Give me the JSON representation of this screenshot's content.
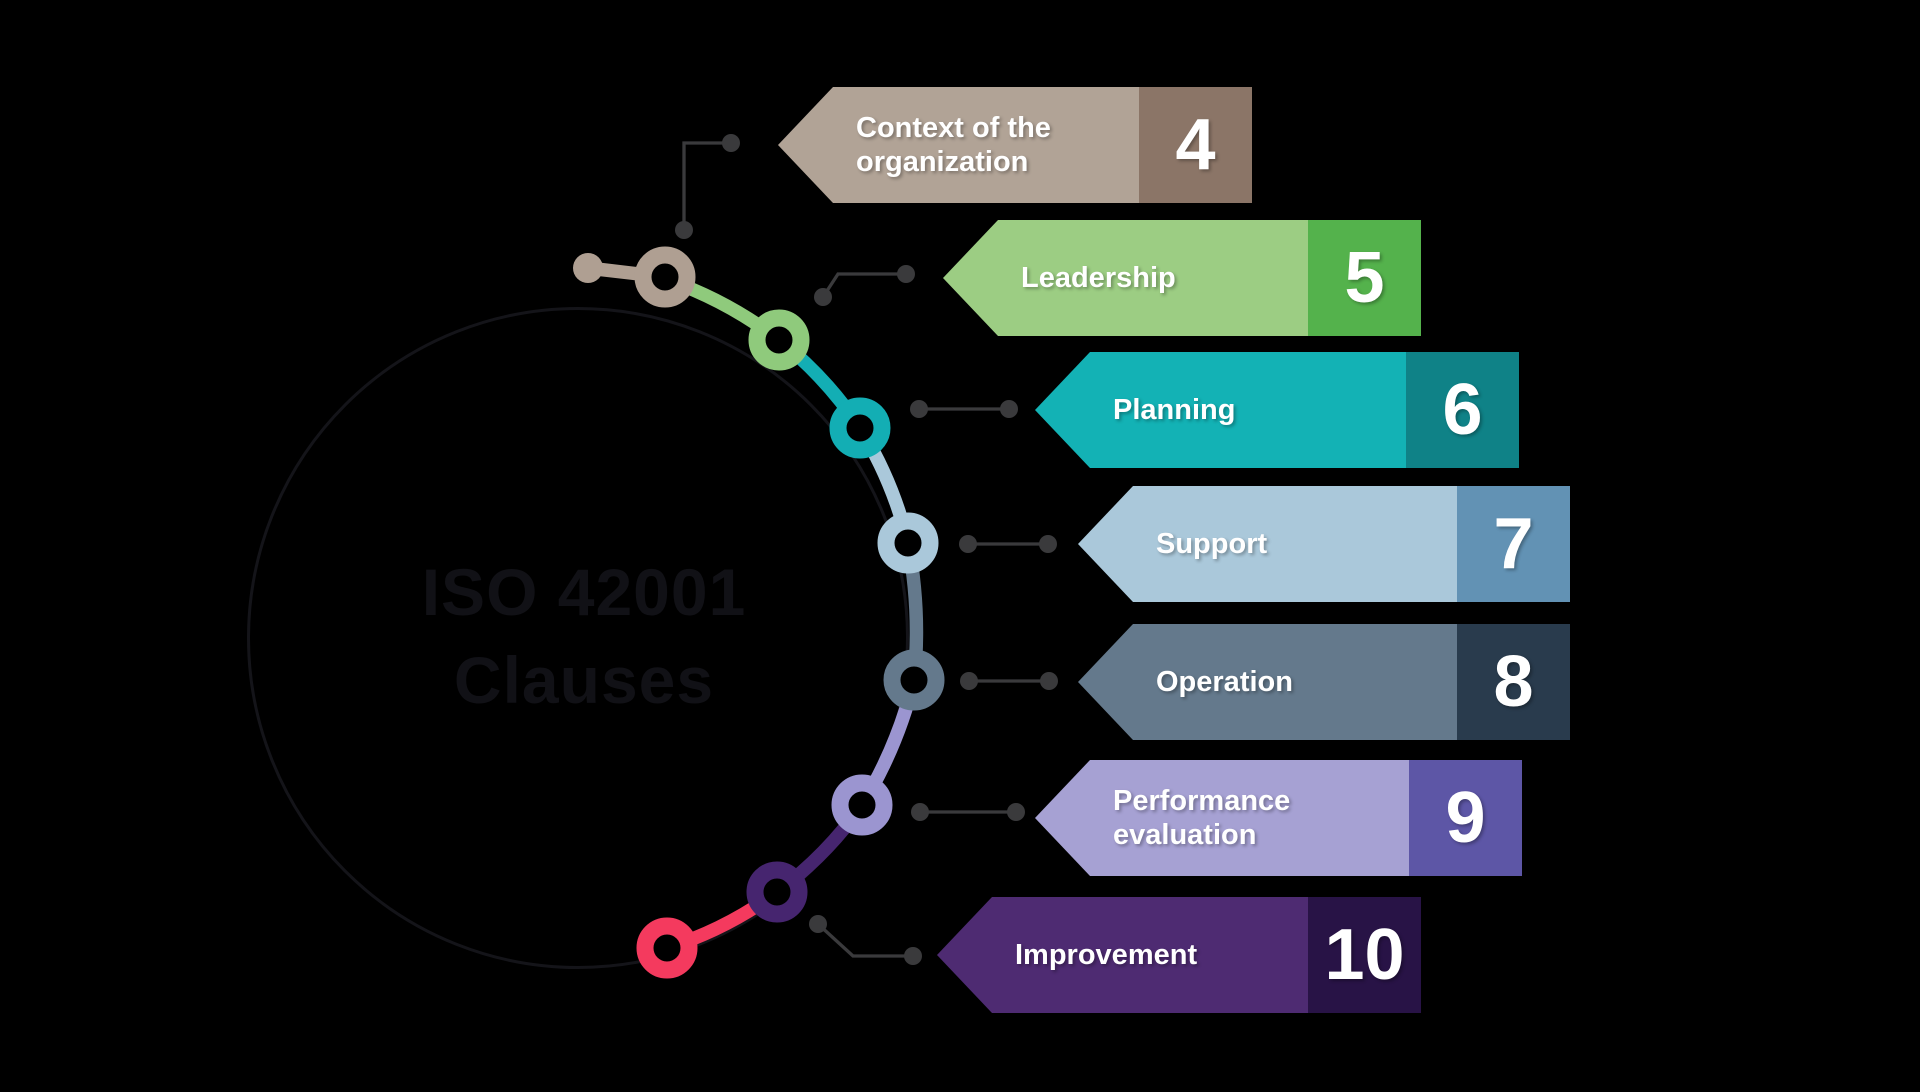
{
  "background_color": "#000000",
  "center": {
    "title_line1": "ISO 42001",
    "title_line2": "Clauses",
    "title_color": "#111116",
    "circle_outline_color": "#141419"
  },
  "clauses": [
    {
      "number": "4",
      "label": "Context of the organization",
      "body_color": "#b1a396",
      "number_block_color": "#8b7567",
      "node_color": "#af9f92"
    },
    {
      "number": "5",
      "label": "Leadership",
      "body_color": "#9ccd83",
      "number_block_color": "#54b24c",
      "node_color": "#8fca7c"
    },
    {
      "number": "6",
      "label": "Planning",
      "body_color": "#13b2b5",
      "number_block_color": "#0f8287",
      "node_color": "#13aeb4"
    },
    {
      "number": "7",
      "label": "Support",
      "body_color": "#aac8da",
      "number_block_color": "#6292b4",
      "node_color": "#aac8da"
    },
    {
      "number": "8",
      "label": "Operation",
      "body_color": "#64798c",
      "number_block_color": "#293b4d",
      "node_color": "#64798c"
    },
    {
      "number": "9",
      "label": "Performance evaluation",
      "body_color": "#a6a1d3",
      "number_block_color": "#5d56a6",
      "node_color": "#9b95d0"
    },
    {
      "number": "10",
      "label": "Improvement",
      "body_color": "#4e2b72",
      "number_block_color": "#281346",
      "node_color": "#46256f"
    }
  ],
  "timeline": {
    "start_dot_color": "#af9f92",
    "end_node_color": "#f43a5e",
    "connector_color": "#3a3a3c",
    "text_color": "#ffffff"
  }
}
